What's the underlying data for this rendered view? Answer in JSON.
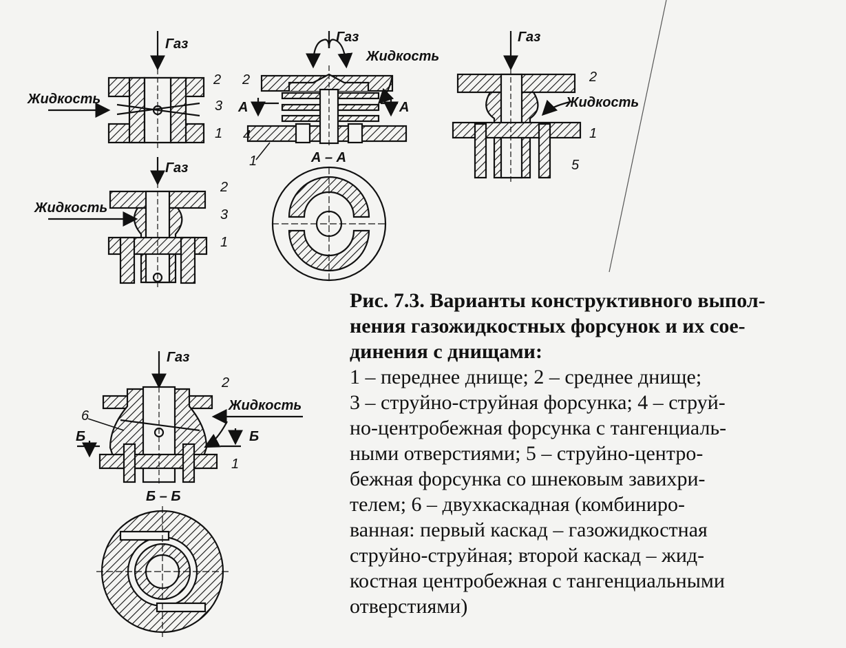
{
  "figure": {
    "labels": {
      "gas": "Газ",
      "liquid": "Жидкость",
      "section_aa": "А – А",
      "section_bb": "Б – Б",
      "mark_a": "А",
      "mark_b": "Б",
      "n1": "1",
      "n2": "2",
      "n3": "3",
      "n4": "4",
      "n5": "5",
      "n6": "6"
    }
  },
  "caption": {
    "title_line1": "Рис. 7.3. Варианты конструктивного выпол-",
    "title_line2": "нения газожидкостных форсунок и их сое-",
    "title_line3": "динения с днищами:",
    "body_lines": [
      "1 – переднее днище; 2 – среднее днище;",
      "3 – струйно-струйная форсунка; 4 – струй-",
      "но-центробежная форсунка с тангенциаль-",
      "ными отверстиями; 5 – струйно-центро-",
      "бежная форсунка со шнековым завихри-",
      "телем; 6 – двухкаскадная (комбиниро-",
      "ванная: первый каскад – газожидкостная",
      "струйно-струйная; второй каскад – жид-",
      "костная центробежная с тангенциальными",
      "отверстиями)"
    ]
  }
}
